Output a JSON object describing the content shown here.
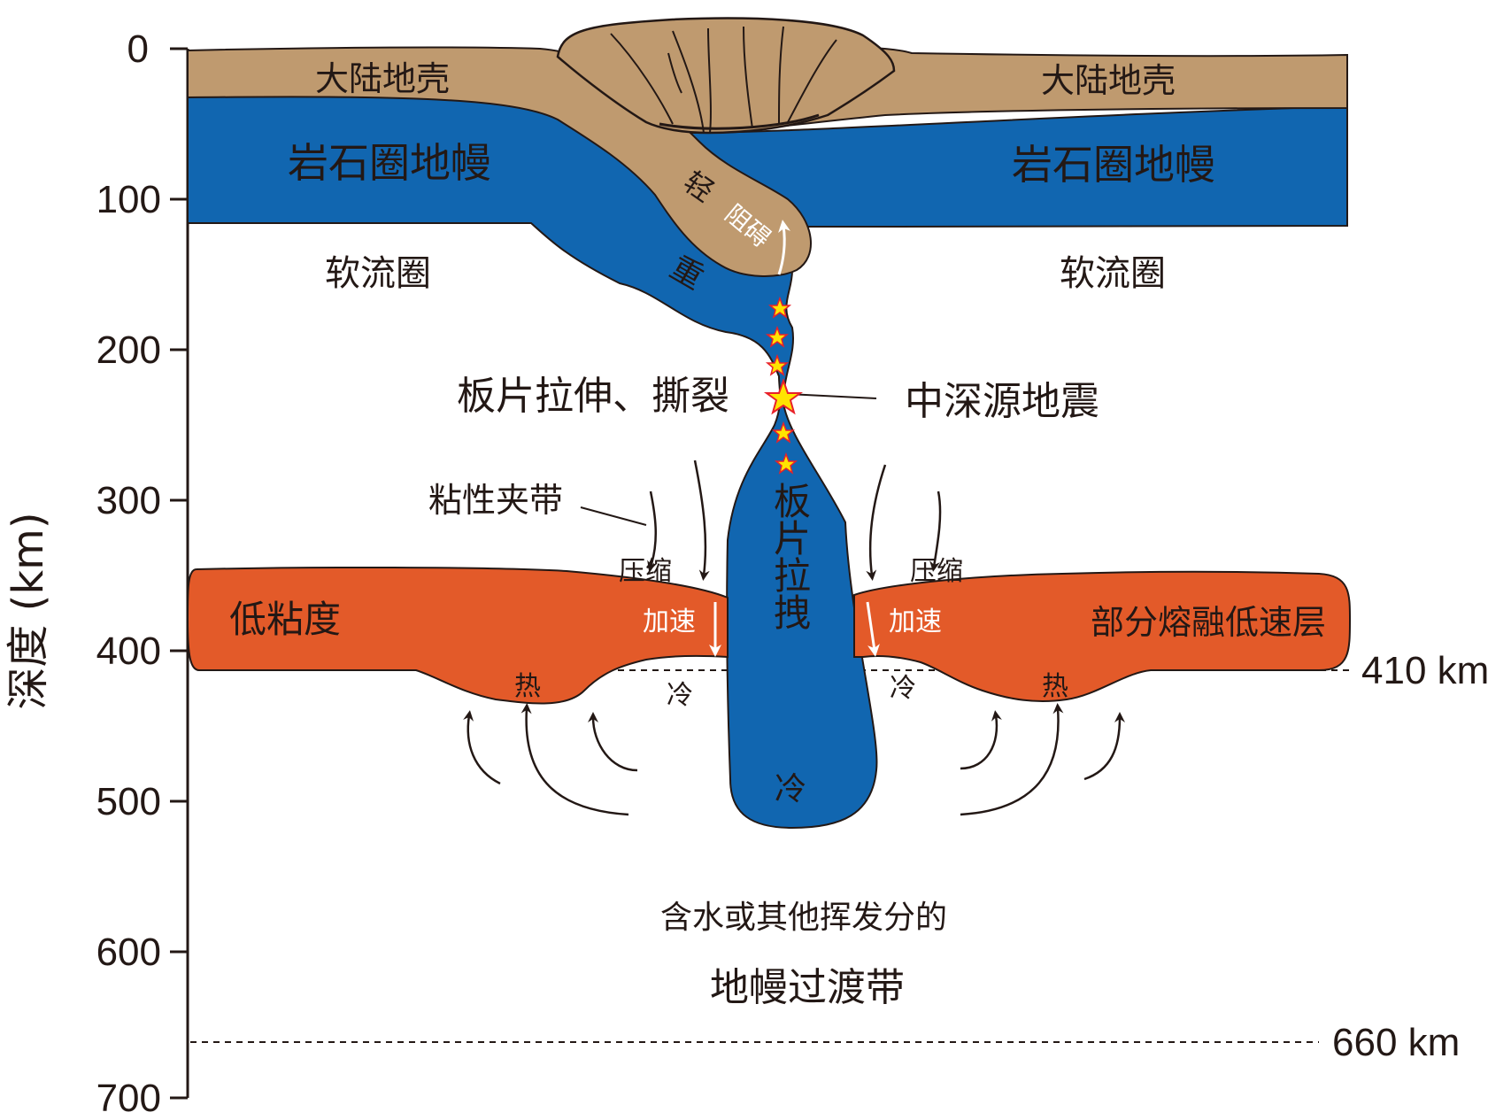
{
  "axis": {
    "ylabel": "深度 (km)",
    "ticks": [
      "0",
      "100",
      "200",
      "300",
      "400",
      "500",
      "600",
      "700"
    ],
    "ref_410": "410 km",
    "ref_660": "660 km"
  },
  "labels": {
    "crust_left": "大陆地壳",
    "crust_right": "大陆地壳",
    "litho_left": "岩石圈地幔",
    "litho_right": "岩石圈地幔",
    "astheno_left": "软流圈",
    "astheno_right": "软流圈",
    "light": "轻",
    "obstacle": "阻碍",
    "heavy": "重",
    "stretch_tear": "板片拉伸、撕裂",
    "earthquake": "中深源地震",
    "viscous_zone": "粘性夹带",
    "compress_left": "压缩",
    "compress_right": "压缩",
    "accel_left": "加速",
    "accel_right": "加速",
    "low_viscosity": "低粘度",
    "partial_melt": "部分熔融低速层",
    "slab_pull": "板片拉拽",
    "cold_left": "冷",
    "cold_right": "冷",
    "cold_slab": "冷",
    "hot_left": "热",
    "hot_right": "热",
    "mtz_line1": "含水或其他挥发分的",
    "mtz_line2": "地幔过渡带"
  },
  "colors": {
    "crust": "#BF9A6F",
    "lithosphere": "#1166B0",
    "melt_layer": "#E35A29",
    "star": "#FFE400",
    "star_edge": "#E8202A",
    "ink": "#231815"
  }
}
